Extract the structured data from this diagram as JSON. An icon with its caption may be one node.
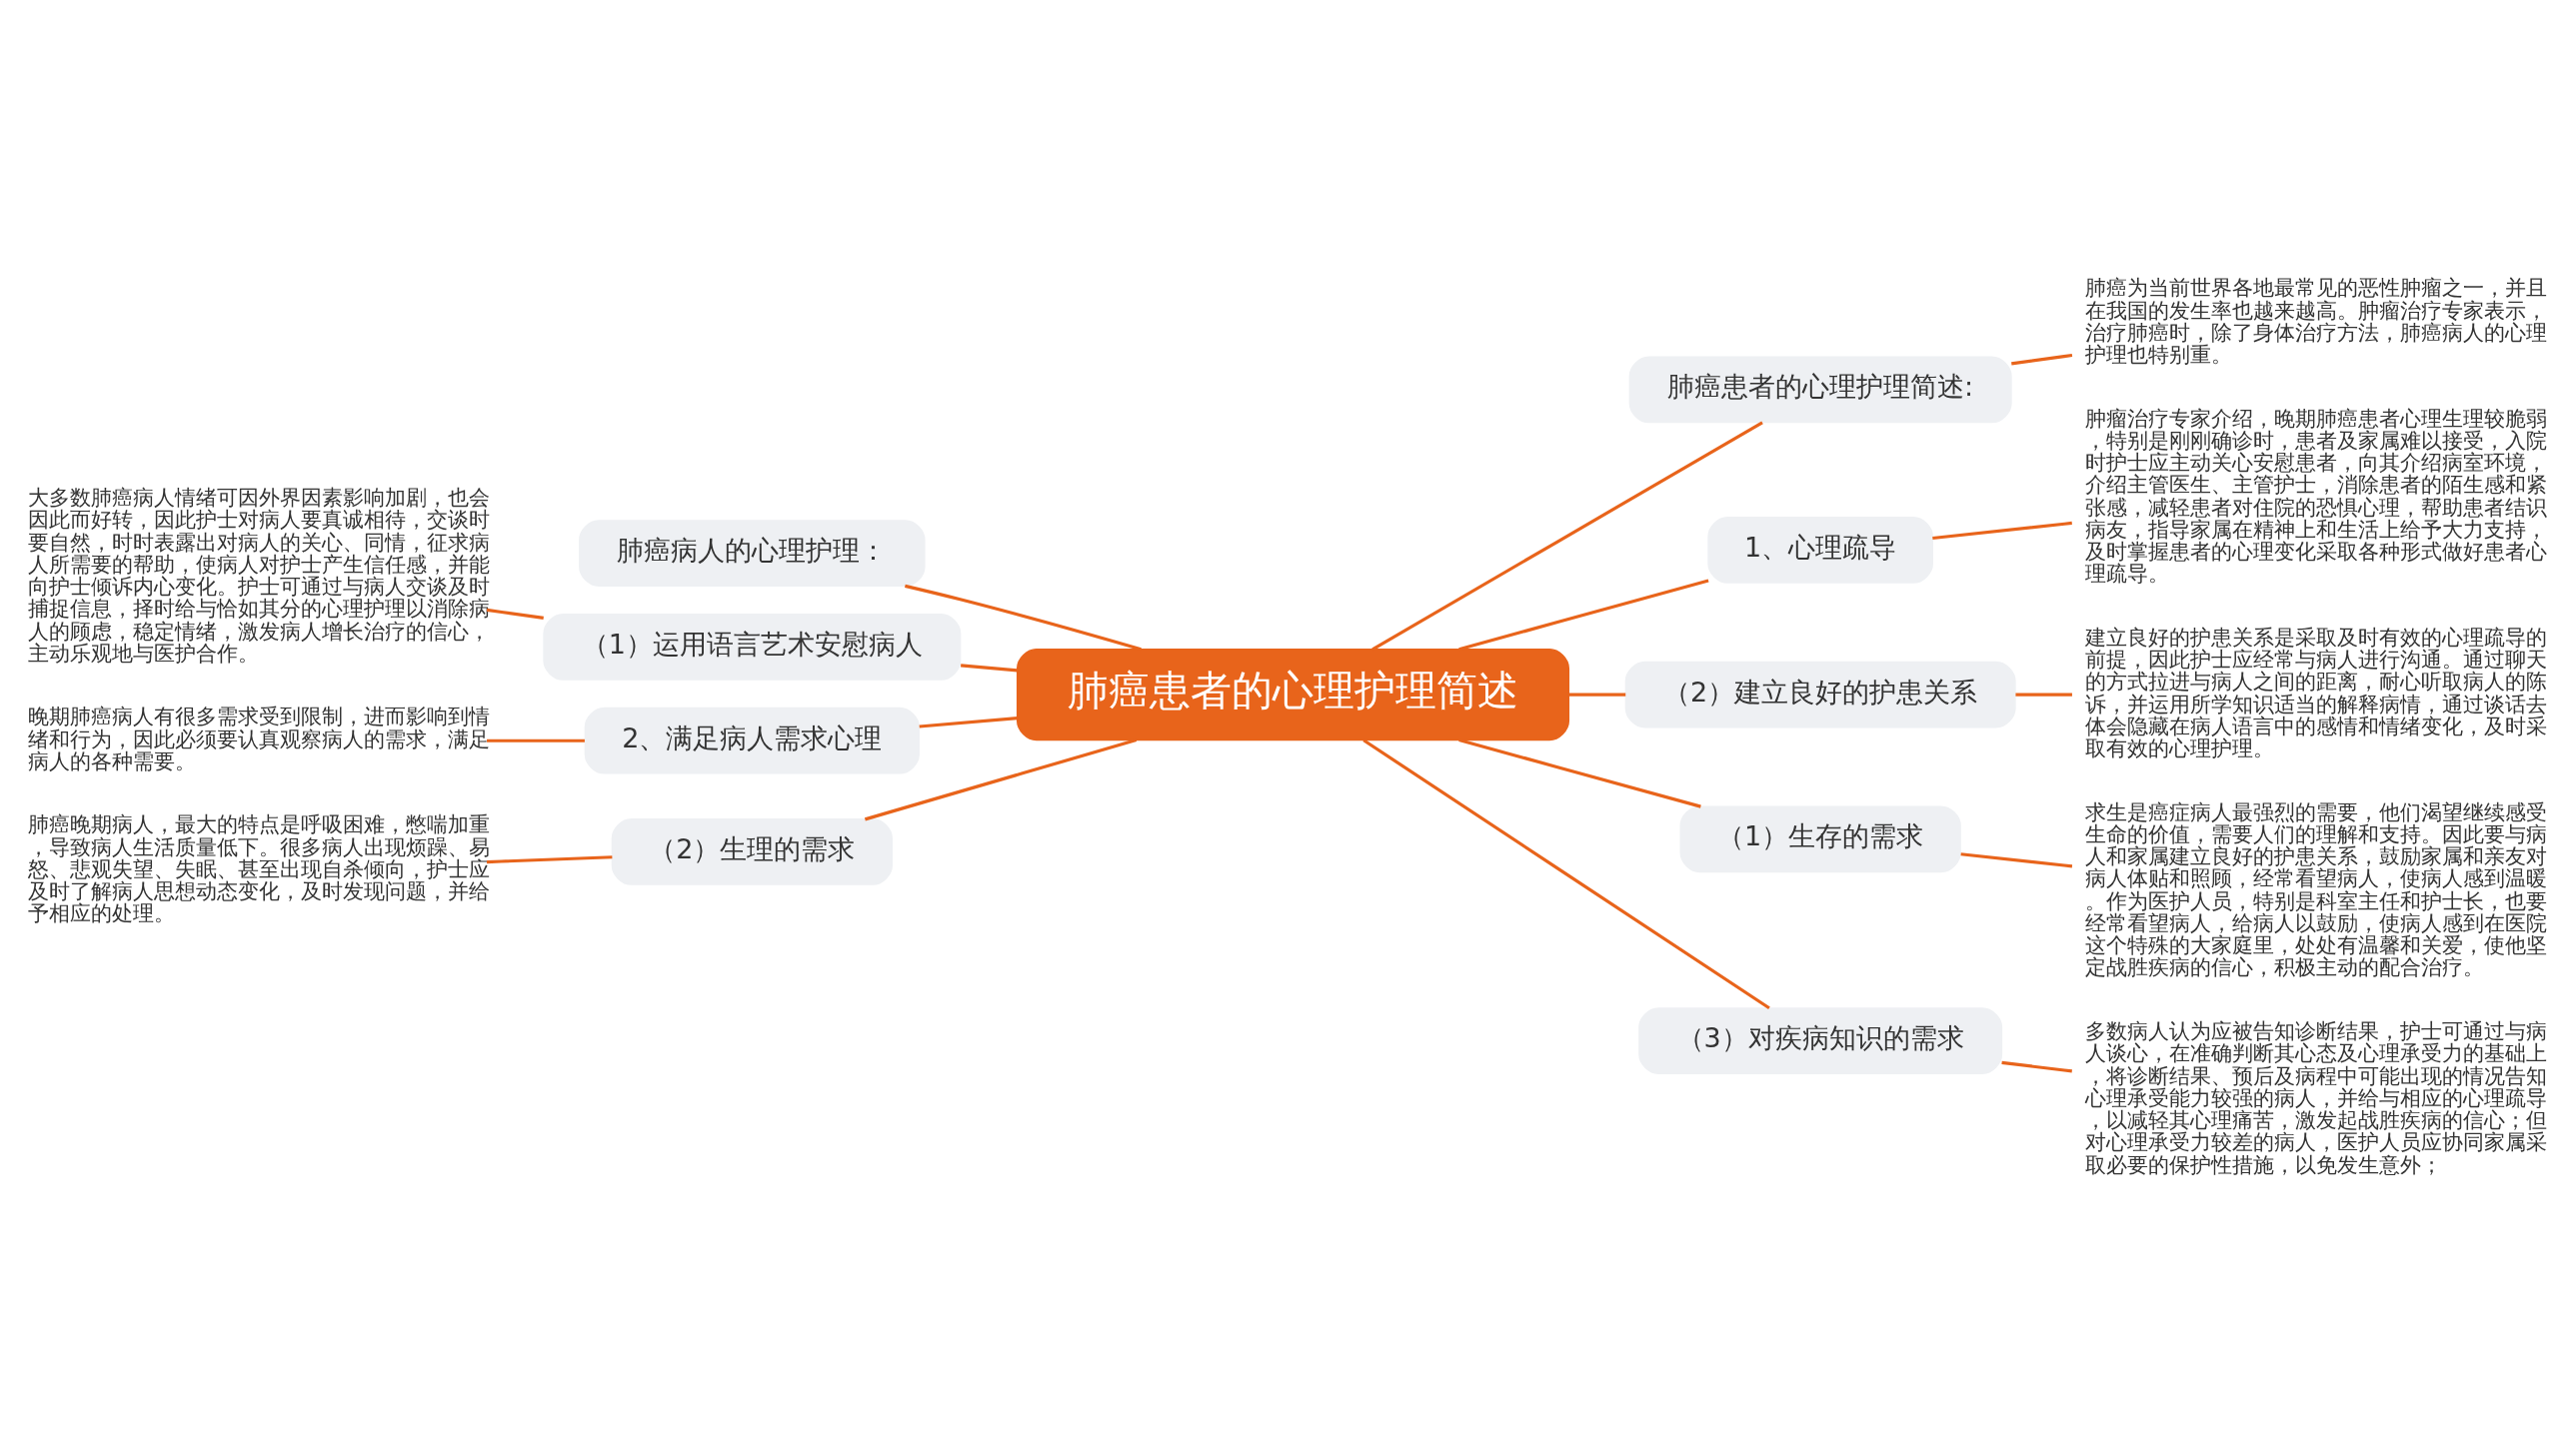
{
  "diagram": {
    "nodes": [
      {
        "text": [
          "肺癌患者的心理护理简述"
        ]
      },
      {
        "text": [
          "肺癌患者的心理护理简述:"
        ]
      },
      {
        "text": [
          "肺癌为当前世界各地最常见的恶性肿瘤之一，并且在我国的发生率也越来越高。肿瘤治疗专家表示，治疗肺癌时，除了身体治疗方法，肺癌病人的心理护理也特别重。"
        ]
      },
      {
        "text": [
          "1、心理疏导"
        ]
      },
      {
        "text": [
          "肿瘤治疗专家介绍，晚期肺癌患者心理生理较脆弱，特别是刚刚确诊时，患者及家属难以接受，入院时护士应主动关心安慰患者，向其介绍病室环境，介绍主管医生、主管护士，消除患者的陌生感和紧张感，减轻患者对住院的恐惧心理，帮助患者结识病友，指导家属在精神上和生活上给予大力支持，及时掌握患者的心理变化采取各种形式做好患者心理疏导。"
        ]
      },
      {
        "text": [
          "（2）建立良好的护患关系"
        ]
      },
      {
        "text": [
          "建立良好的护患关系是采取及时有效的心理疏导的前提，因此护士应经常与病人进行沟通。通过聊天的方式拉进与病人之间的距离，耐心听取病人的陈诉，并运用所学知识适当的解释病情，通过谈话去体会隐藏在病人语言中的感情和情绪变化，及时采取有效的心理护理。"
        ]
      },
      {
        "text": [
          "（1）生存的需求"
        ]
      },
      {
        "text": [
          "求生是癌症病人最强烈的需要，他们渴望继续感受生命的价值，需要人们的理解和支持。因此要与病人和家属建立良好的护患关系，鼓励家属和亲友对病人体贴和照顾，经常看望病人，使病人感到温暖。作为医护人员，特别是科室主任和护士长，也要经常看望病人，给病人以鼓励，使病人感到在医院这个特殊的大家庭里，处处有温馨和关爱，使他坚定战胜疾病的信心，积极主动的配合治疗。"
        ]
      },
      {
        "text": [
          "（3）对疾病知识的需求"
        ]
      },
      {
        "text": [
          "多数病人认为应被告知诊断结果，护士可通过与病人谈心，在准确判断其心态及心理承受力的基础上，将诊断结果、预后及病程中可能出现的情况告知心理承受能力较强的病人，并给与相应的心理疏导，以减轻其心理痛苦，激发起战胜疾病的信心；但对心理承受力较差的病人，医护人员应协同家属采取必要的保护性措施，以免发生意外；"
        ]
      },
      {
        "text": [
          "肺癌病人的心理护理："
        ]
      },
      {
        "text": [
          "（1）运用语言艺术安慰病人"
        ]
      },
      {
        "text": [
          "大多数肺癌病人情绪可因外界因素影响加剧，也会因此而好转，因此护士对病人要真诚相待，交谈时要自然，时时表露出对病人的关心、同情，征求病人所需要的帮助，使病人对护士产生信任感，并能向护士倾诉内心变化。护士可通过与病人交谈及时捕捉信息，择时给与恰如其分的心理护理以消除病人的顾虑，稳定情绪，激发病人增长治疗的信心，主动乐观地与医护合作。"
        ]
      },
      {
        "text": [
          "2、满足病人需求心理"
        ]
      },
      {
        "text": [
          "晚期肺癌病人有很多需求受到限制，进而影响到情绪和行为，因此必须要认真观察病人的需求，满足病人的各种需要。"
        ]
      },
      {
        "text": [
          "（2）生理的需求"
        ]
      },
      {
        "text": [
          "肺癌晚期病人，最大的特点是呼吸困难，憋喘加重，导致病人生活质量低下。很多病人出现烦躁、易怒、悲观失望、失眠、甚至出现自杀倾向，护士应及时了解病人思想动态变化，及时发现问题，并给予相应的处理。"
        ]
      }
    ],
    "edges": [
      {
        "from": 0,
        "to": 1,
        "arrow": "none"
      },
      {
        "from": 1,
        "to": 2,
        "arrow": "none"
      },
      {
        "from": 0,
        "to": 3,
        "arrow": "none"
      },
      {
        "from": 3,
        "to": 4,
        "arrow": "none"
      },
      {
        "from": 0,
        "to": 5,
        "arrow": "none"
      },
      {
        "from": 5,
        "to": 6,
        "arrow": "none"
      },
      {
        "from": 0,
        "to": 7,
        "arrow": "none"
      },
      {
        "from": 7,
        "to": 8,
        "arrow": "none"
      },
      {
        "from": 0,
        "to": 9,
        "arrow": "none"
      },
      {
        "from": 9,
        "to": 10,
        "arrow": "none"
      },
      {
        "from": 0,
        "to": 11,
        "arrow": "none"
      },
      {
        "from": 0,
        "to": 12,
        "arrow": "none"
      },
      {
        "from": 12,
        "to": 13,
        "arrow": "none"
      },
      {
        "from": 0,
        "to": 14,
        "arrow": "none"
      },
      {
        "from": 14,
        "to": 15,
        "arrow": "none"
      },
      {
        "from": 0,
        "to": 16,
        "arrow": "none"
      },
      {
        "from": 16,
        "to": 17,
        "arrow": "none"
      }
    ]
  }
}
